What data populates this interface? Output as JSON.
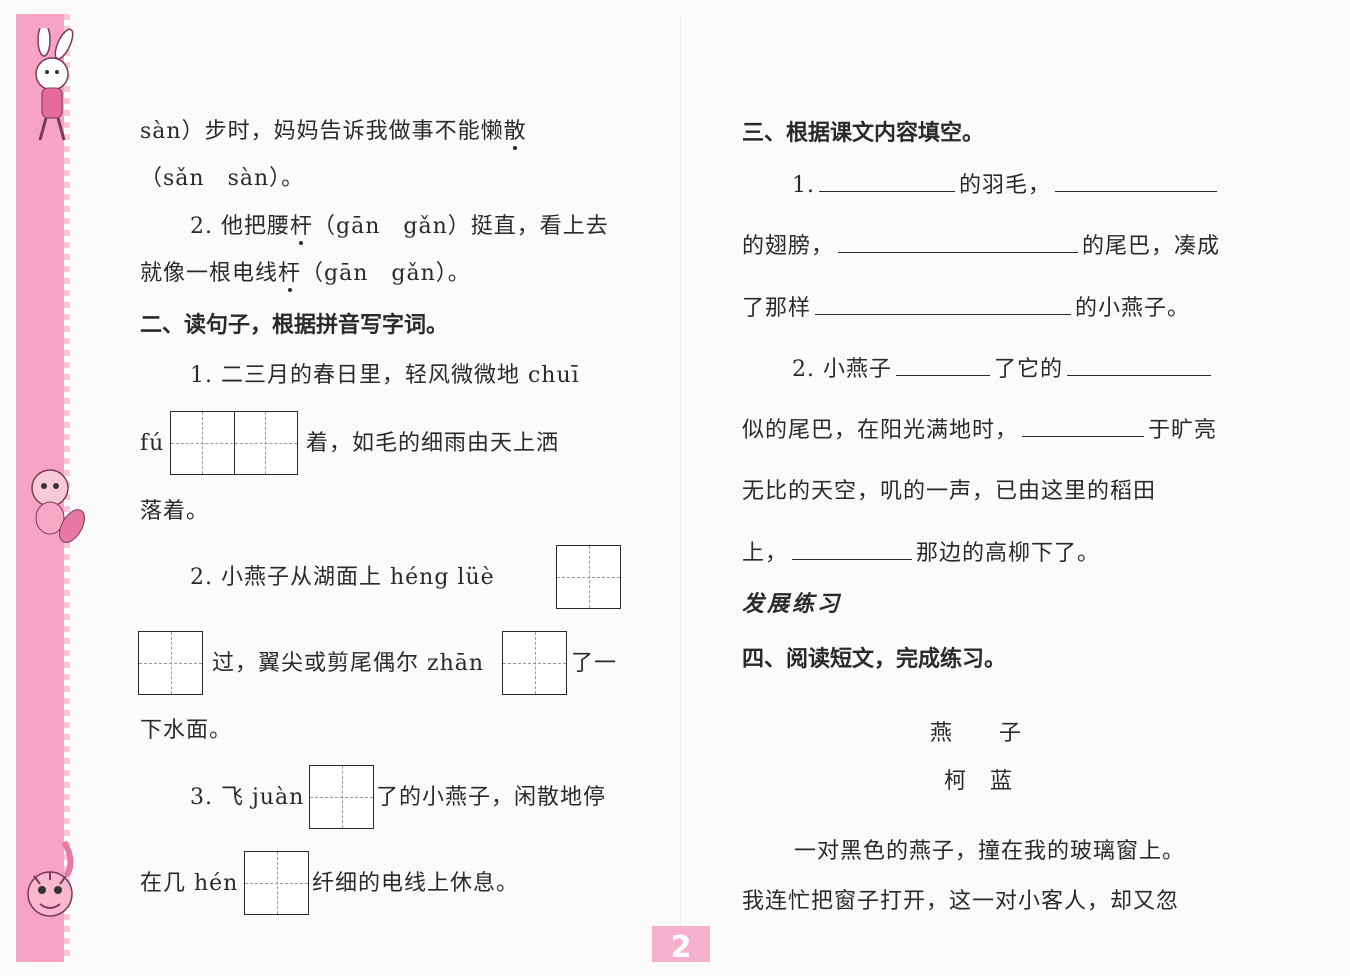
{
  "left": {
    "l1": "sàn）步时，妈妈告诉我做事不能懒",
    "l1_dot": "散",
    "l2": "（sǎn　sàn）。",
    "l3a": "2. 他把腰",
    "l3_dot": "杆",
    "l3b": "（gān　gǎn）挺直，看上去",
    "l4a": "就像一根电线",
    "l4_dot": "杆",
    "l4b": "（gān　gǎn）。",
    "section2_title": "二、读句子，根据拼音写字词。",
    "q1_line1": "1. 二三月的春日里，轻风微微地 chuī",
    "q1_line2a": "fú",
    "q1_line2b": "着，如毛的细雨由天上洒",
    "q1_line3": "落着。",
    "q2_line1": "2. 小燕子从湖面上 héng lüè",
    "q2_line2a": "过，翼尖或剪尾偶尔 zhān",
    "q2_line2b": "了一",
    "q2_line3": "下水面。",
    "q3_line1a": "3. 飞 juàn",
    "q3_line1b": "了的小燕子，闲散地停",
    "q3_line2a": "在几 hén",
    "q3_line2b": "纤细的电线上休息。"
  },
  "right": {
    "section3_title": "三、根据课文内容填空。",
    "f1a": "1.",
    "f1b": "的羽毛，",
    "f2a": "的翅膀，",
    "f2b": "的尾巴，凑成",
    "f3a": "了那样",
    "f3b": "的小燕子。",
    "f4a": "2. 小燕子",
    "f4b": "了它的",
    "f5a": "似的尾巴，在阳光满地时，",
    "f5b": "于旷亮",
    "f6": "无比的天空，叽的一声，已由这里的稻田",
    "f7a": "上，",
    "f7b": "那边的高柳下了。",
    "dev_title": "发展练习",
    "section4_title": "四、阅读短文，完成练习。",
    "story_title": "燕　　子",
    "author": "柯　蓝",
    "story_p1": "一对黑色的燕子，撞在我的玻璃窗上。",
    "story_p2": "我连忙把窗子打开，这一对小客人，却又忽"
  },
  "page_number": "2",
  "icons": [
    "rabbit-mascot-icon",
    "raccoon-mascot-icon",
    "tiger-mascot-icon"
  ]
}
